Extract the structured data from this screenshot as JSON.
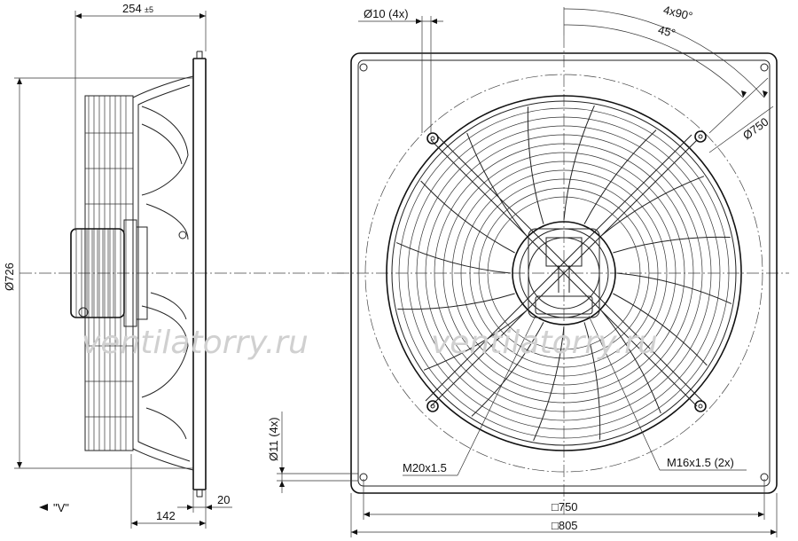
{
  "watermark": {
    "left": "ventilatorry.ru",
    "right": "ventilatorry.ru"
  },
  "side_view": {
    "dim_depth": "254",
    "dim_depth_tol": "±5",
    "dim_diameter": "Ø726",
    "dim_motor": "142",
    "dim_plate": "20",
    "view_label": "\"V\""
  },
  "front_view": {
    "dim_hole": "Ø10 (4x)",
    "dim_angle_a": "4x90°",
    "dim_angle_b": "45°",
    "dim_circle": "Ø750",
    "dim_slot": "Ø11 (4x)",
    "dim_gland_left": "M20x1.5",
    "dim_gland_right": "M16x1.5 (2x)",
    "dim_inner_square": "□750",
    "dim_outer_square": "□805"
  },
  "colors": {
    "line": "#222222",
    "watermark": "#d0d0d0",
    "background": "#ffffff"
  }
}
